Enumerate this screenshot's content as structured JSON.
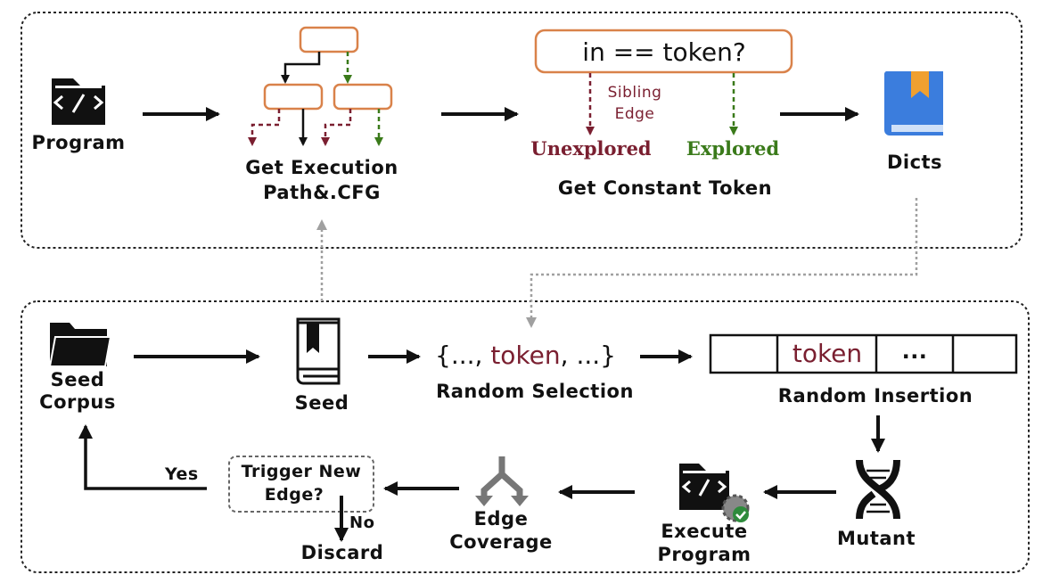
{
  "top": {
    "program": "Program",
    "exec_line1": "Get Execution",
    "exec_line2": "Path&.CFG",
    "condition": "in == token?",
    "sibling_line1": "Sibling",
    "sibling_line2": "Edge",
    "unexplored": "Unexplored",
    "explored": "Explored",
    "constant": "Get Constant Token",
    "dicts": "Dicts"
  },
  "bottom": {
    "seed_corpus_line1": "Seed",
    "seed_corpus_line2": "Corpus",
    "seed": "Seed",
    "sel_open": "{...,",
    "sel_token": "token",
    "sel_close": ", ...}",
    "random_selection": "Random Selection",
    "insert_token": "token",
    "insert_dots": "...",
    "random_insertion": "Random Insertion",
    "mutant": "Mutant",
    "execute_line1": "Execute",
    "execute_line2": "Program",
    "edge_line1": "Edge",
    "edge_line2": "Coverage",
    "trigger_line1": "Trigger New",
    "trigger_line2": "Edge?",
    "yes": "Yes",
    "no": "No",
    "discard": "Discard"
  },
  "colors": {
    "box_orange": "#d9824a",
    "maroon": "#7a1f30",
    "green": "#3a7a1a",
    "dict_blue": "#3b7ddd",
    "dict_orange": "#f0a030",
    "gray_dotted": "#a0a0a0"
  },
  "icons": [
    "code-folder-icon",
    "folder-icon",
    "book-icon",
    "dictionary-icon",
    "dna-icon",
    "execute-program-icon",
    "edge-coverage-icon"
  ]
}
